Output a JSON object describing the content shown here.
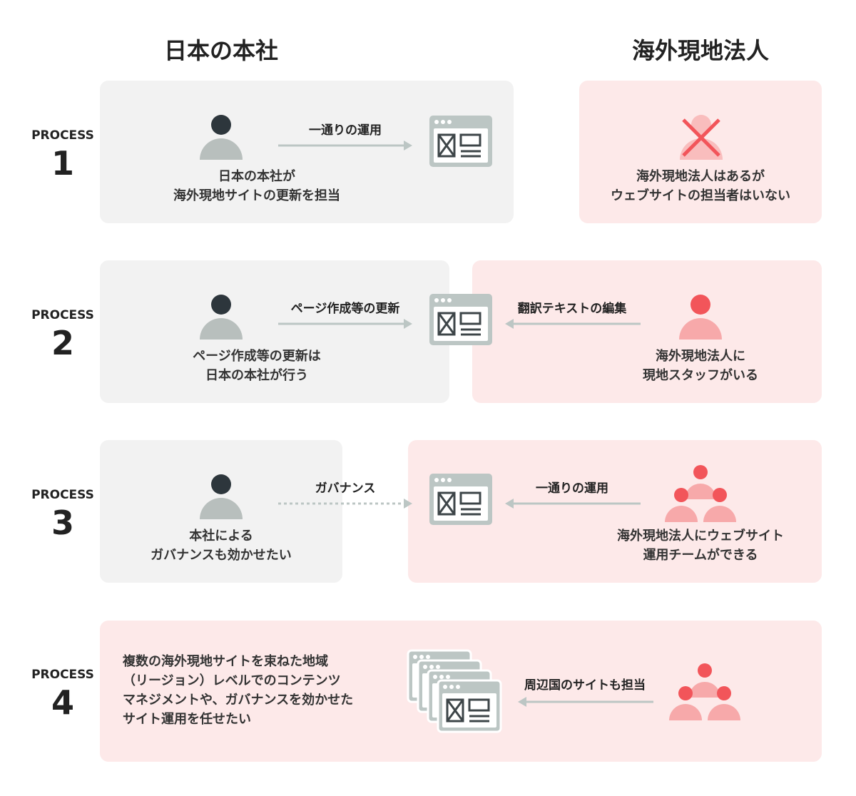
{
  "columns": {
    "japan_hq": "日本の本社",
    "overseas": "海外現地法人"
  },
  "colors": {
    "gray_panel": "#f2f2f2",
    "pink_panel": "#fde9e9",
    "person_dark": "#2d363c",
    "person_gray": "#b8bfbd",
    "accent_red": "#f2555a",
    "accent_pink": "#f7a9aa",
    "arrow": "#bcc6c4",
    "icon_gray": "#bcc6c4",
    "icon_dark": "#3d4548"
  },
  "process_word": "PROCESS",
  "processes": [
    {
      "number": "1",
      "left_caption": [
        "日本の本社が",
        "海外現地サイトの更新を担当"
      ],
      "arrow_label": "一通りの運用",
      "right_caption": [
        "海外現地法人はあるが",
        "ウェブサイトの担当者はいない"
      ]
    },
    {
      "number": "2",
      "left_caption": [
        "ページ作成等の更新は",
        "日本の本社が行う"
      ],
      "arrow_label": "ページ作成等の更新",
      "right_arrow_label": "翻訳テキストの編集",
      "right_caption": [
        "海外現地法人に",
        "現地スタッフがいる"
      ]
    },
    {
      "number": "3",
      "left_caption": [
        "本社による",
        "ガバナンスも効かせたい"
      ],
      "arrow_label": "ガバナンス",
      "right_arrow_label": "一通りの運用",
      "right_caption": [
        "海外現地法人にウェブサイト",
        "運用チームができる"
      ]
    },
    {
      "number": "4",
      "left_caption": [
        "複数の海外現地サイトを束ねた地域",
        "（リージョン）レベルでのコンテンツ",
        "マネジメントや、ガバナンスを効かせた",
        "サイト運用を任せたい"
      ],
      "right_arrow_label": "周辺国のサイトも担当"
    }
  ]
}
